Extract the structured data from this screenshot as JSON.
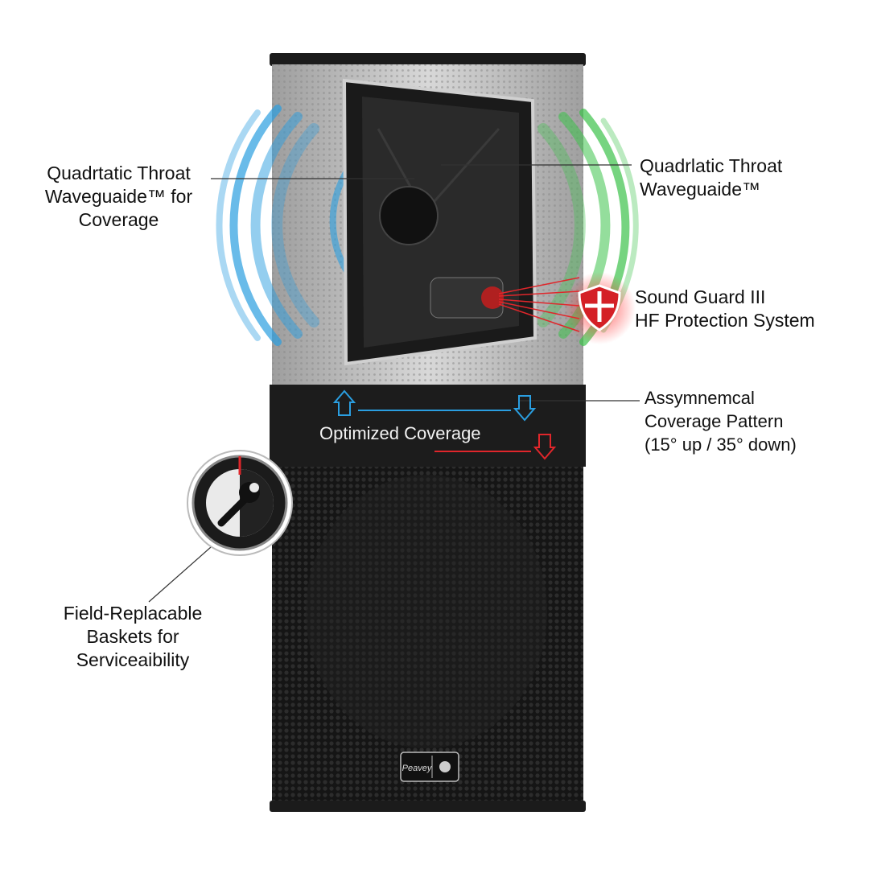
{
  "callouts": {
    "left_waveguide": {
      "line1": "Quadrtatic Throat",
      "line2": "Waveguaide™ for",
      "line3": "Coverage"
    },
    "right_waveguide": {
      "line1": "Quadrlatic Throat",
      "line2": "Waveguaide™"
    },
    "sound_guard": {
      "line1": "Sound Guard III",
      "line2": "HF Protection System"
    },
    "asymmetrical": {
      "line1": "Assymnemcal",
      "line2": "Coverage Pattern",
      "line3": "(15° up / 35° down)"
    },
    "baskets": {
      "line1": "Field-Replacable",
      "line2": "Baskets for",
      "line3": "Serviceaibility"
    }
  },
  "band": {
    "label": "Optimized Coverage"
  },
  "badge": {
    "logo_text": "Peavey"
  },
  "colors": {
    "blue": "#2a9ee0",
    "green": "#3cc24a",
    "red": "#e0262b",
    "cabinet": "#1a1a1a",
    "silver": "#bdbdbd"
  }
}
